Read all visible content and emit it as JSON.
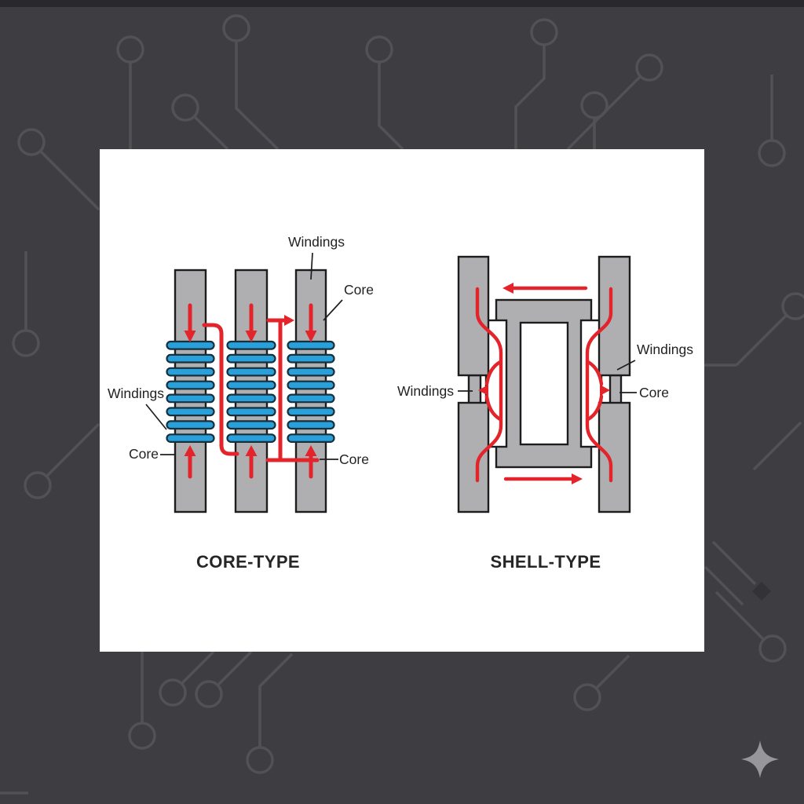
{
  "colors": {
    "background": "#3E3D41",
    "circuit_trace": "#525157",
    "card": "#FFFFFF",
    "core_fill": "#AFAEB1",
    "outline": "#1D1D1D",
    "winding_fill": "#2AA0DB",
    "winding_outline": "#16303C",
    "flux_red": "#E3242B",
    "label_text": "#222222",
    "title_text": "#262626",
    "sparkle": "#97969A"
  },
  "diagrams": {
    "core_type": {
      "title": "CORE-TYPE",
      "labels": {
        "windings_top": "Windings",
        "core_top": "Core",
        "windings_left": "Windings",
        "core_bottom_left": "Core",
        "core_bottom_right": "Core"
      }
    },
    "shell_type": {
      "title": "SHELL-TYPE",
      "labels": {
        "windings_left": "Windings",
        "windings_right": "Windings",
        "core_right": "Core"
      }
    }
  }
}
